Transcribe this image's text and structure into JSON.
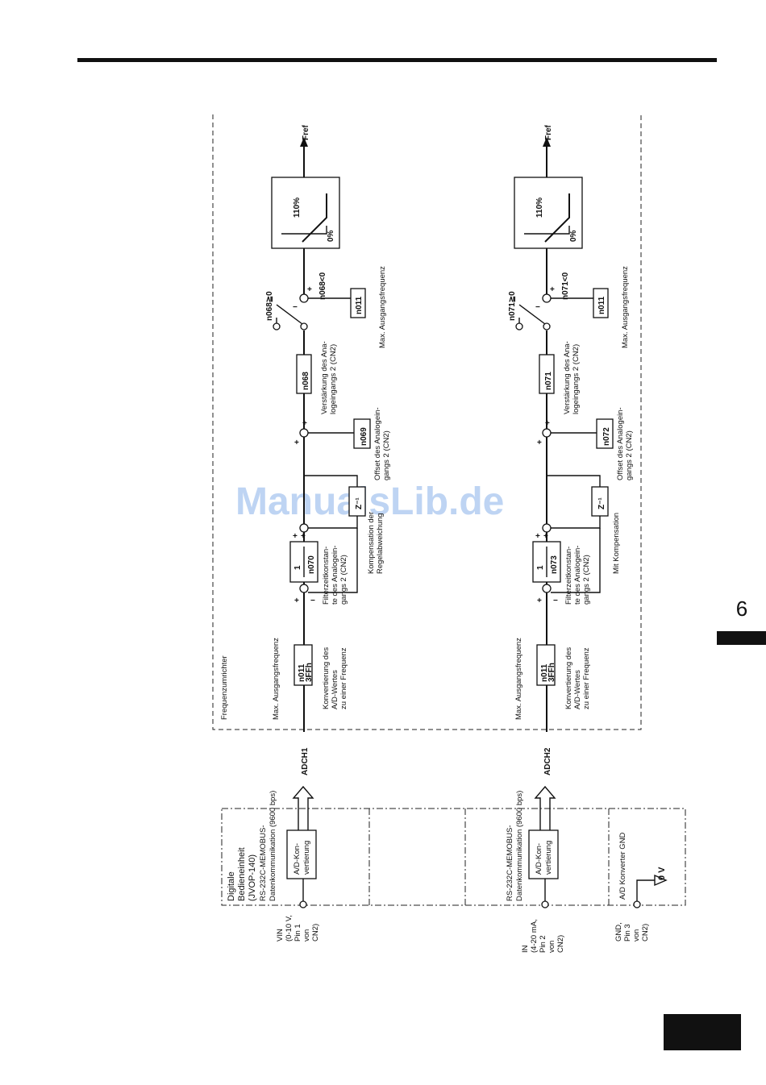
{
  "chapter": {
    "number": "6"
  },
  "watermark": "ManualsLib.de",
  "converter": {
    "label": "Frequenzumrichter"
  },
  "operator_unit": {
    "title_lines": [
      "Digitale",
      "Bedieneinheit",
      "(JVOP-140)"
    ],
    "comm1_lines": [
      "RS-232C-MEMOBUS-",
      "Datenkommunikation (9600 bps)"
    ],
    "comm2_lines": [
      "RS-232C-MEMOBUS-",
      "Datenkommunikation (9600 bps)"
    ],
    "ad_label_lines": [
      "A/D-Kon-",
      "vertierung"
    ],
    "gnd_label": "A/D Konverter GND",
    "zero_v": "0 V"
  },
  "inputs": [
    {
      "lines": [
        "VIN",
        "(0-10 V,",
        "Pin 1",
        "von",
        "CN2)"
      ]
    },
    {
      "lines": [
        "IN",
        "(4-20 mA,",
        "Pin 2",
        "von",
        "CN2)"
      ]
    },
    {
      "lines": [
        "GND,",
        "Pin 3",
        "von",
        "CN2)"
      ]
    }
  ],
  "channels": [
    {
      "adc": "ADCH1",
      "max_freq": "Max. Ausgangsfrequenz",
      "block1": [
        "n011",
        "3FFh"
      ],
      "conv_lines": [
        "Konvertierung des",
        "A/D-Wertes",
        "zu einer Frequenz"
      ],
      "filter_num": "1",
      "filter_param": "n070",
      "filter_lines": [
        "Filterzeitkonstan-",
        "te des Analogein-",
        "gangs 2 (CN2)"
      ],
      "z_box": "Z⁻¹",
      "comp_lines": [
        "Kompensation der",
        "Regelabweichung"
      ],
      "offset_param": "n069",
      "offset_lines": [
        "Offset des Analogein-",
        "gangs 2 (CN2)"
      ],
      "gain_param": "n068",
      "gain_lines": [
        "Verstärkung des Ana-",
        "logeingangs 2 (CN2)"
      ],
      "sw_cond1": "n068≧0",
      "sw_cond2": "n068<0",
      "maxf_param": "n011",
      "maxf_label": "Max. Ausgangsfrequenz",
      "limit_hi": "110%",
      "limit_lo": "0%",
      "output": "Fref"
    },
    {
      "adc": "ADCH2",
      "max_freq": "Max. Ausgangsfrequenz",
      "block1": [
        "n011",
        "3FFh"
      ],
      "conv_lines": [
        "Konvertierung des",
        "A/D-Wertes",
        "zu einer Frequenz"
      ],
      "filter_num": "1",
      "filter_param": "n073",
      "filter_lines": [
        "Filterzeitkonstan-",
        "te des Analogein-",
        "gangs 2 (CN2)"
      ],
      "z_box": "Z⁻¹",
      "comp_lines": [
        "Mit Kompensation"
      ],
      "offset_param": "n072",
      "offset_lines": [
        "Offset des Analogein-",
        "gangs 2 (CN2)"
      ],
      "gain_param": "n071",
      "gain_lines": [
        "Verstärkung des Ana-",
        "logeingangs 2 (CN2)"
      ],
      "sw_cond1": "n071≧0",
      "sw_cond2": "n071<0",
      "maxf_param": "n011",
      "maxf_label": "Max. Ausgangsfrequenz",
      "limit_hi": "110%",
      "limit_lo": "0%",
      "output": "Fref"
    }
  ]
}
